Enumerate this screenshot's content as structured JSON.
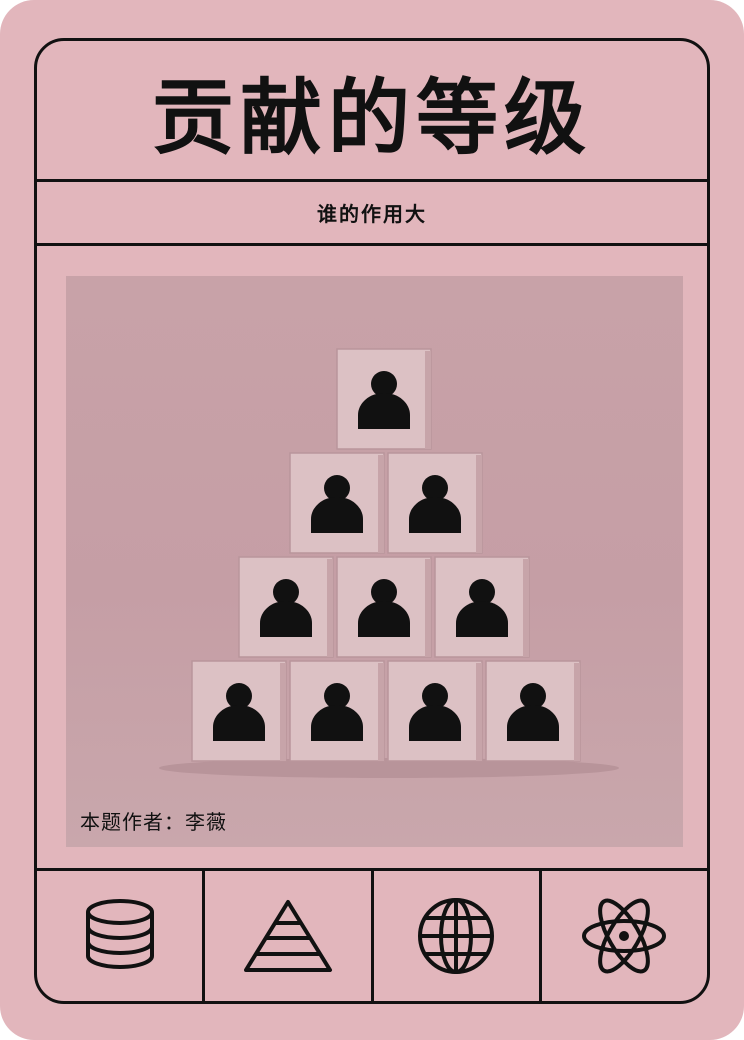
{
  "card": {
    "title": "贡献的等级",
    "subtitle": "谁的作用大",
    "author_line": "本题作者：李薇"
  },
  "image": {
    "subject": "pyramid of wooden blocks with person icons",
    "rows": [
      1,
      2,
      3,
      4
    ]
  },
  "icons": [
    {
      "name": "database-icon"
    },
    {
      "name": "pyramid-icon"
    },
    {
      "name": "globe-icon"
    },
    {
      "name": "atom-icon"
    }
  ],
  "colors": {
    "background": "#e2b6bc",
    "line": "#111111",
    "photo_tint": "#c59ea5"
  }
}
